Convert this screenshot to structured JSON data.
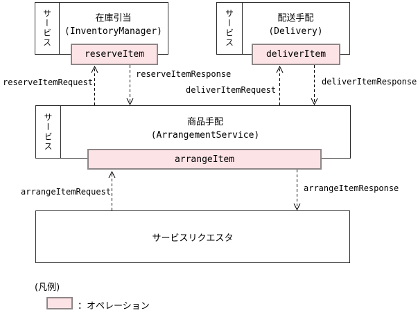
{
  "diagram": {
    "services": [
      {
        "tab": "サービス",
        "name": "在庫引当",
        "impl": "(InventoryManager)",
        "operation": "reserveItem"
      },
      {
        "tab": "サービス",
        "name": "配送手配",
        "impl": "(Delivery)",
        "operation": "deliverItem"
      },
      {
        "tab": "サービス",
        "name": "商品手配",
        "impl": "(ArrangementService)",
        "operation": "arrangeItem"
      }
    ],
    "requester": "サービスリクエスタ",
    "messages": {
      "reserve_request": "reserveItemRequest",
      "reserve_response": "reserveItemResponse",
      "deliver_request": "deliverItemRequest",
      "deliver_response": "deliverItemResponse",
      "arrange_request": "arrangeItemRequest",
      "arrange_response": "arrangeItemResponse"
    },
    "legend": {
      "title": "(凡例)",
      "operation_label": "：オペレーション"
    },
    "colors": {
      "operation_fill": "#FCE3E6",
      "operation_border": "#8E8687",
      "line": "#000000"
    }
  }
}
